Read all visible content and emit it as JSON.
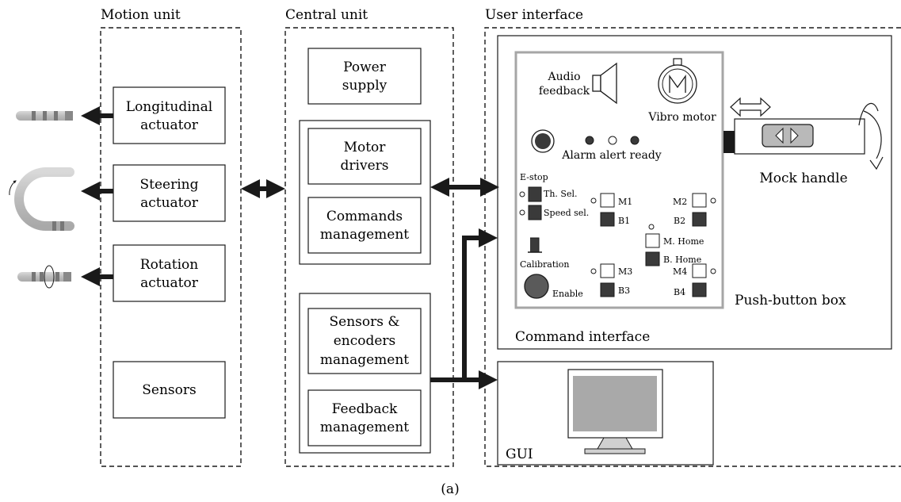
{
  "sections": {
    "motion_unit": "Motion unit",
    "central_unit": "Central unit",
    "user_interface": "User interface"
  },
  "motion_unit": {
    "longitudinal": [
      "Longitudinal",
      "actuator"
    ],
    "steering": [
      "Steering",
      "actuator"
    ],
    "rotation": [
      "Rotation",
      "actuator"
    ],
    "sensors": "Sensors"
  },
  "central_unit": {
    "power_supply": [
      "Power",
      "supply"
    ],
    "motor_drivers": [
      "Motor",
      "drivers"
    ],
    "commands_management": [
      "Commands",
      "management"
    ],
    "sensors_encoders": [
      "Sensors &",
      "encoders",
      "management"
    ],
    "feedback_management": [
      "Feedback",
      "management"
    ]
  },
  "push_button_box": {
    "audio_feedback": [
      "Audio",
      "feedback"
    ],
    "vibro_motor": "Vibro motor",
    "alarm_alert_ready": "Alarm alert ready",
    "e_stop": "E-stop",
    "th_sel": "Th. Sel.",
    "speed_sel": "Speed sel.",
    "calibration": "Calibration",
    "enable": "Enable",
    "m1": "M1",
    "b1": "B1",
    "m2": "M2",
    "b2": "B2",
    "m3": "M3",
    "b3": "B3",
    "m4": "M4",
    "b4": "B4",
    "m_home": "M. Home",
    "b_home": "B. Home",
    "label": "Push-button box"
  },
  "mock_handle": "Mock handle",
  "command_interface": "Command interface",
  "gui": "GUI",
  "caption": "(a)"
}
